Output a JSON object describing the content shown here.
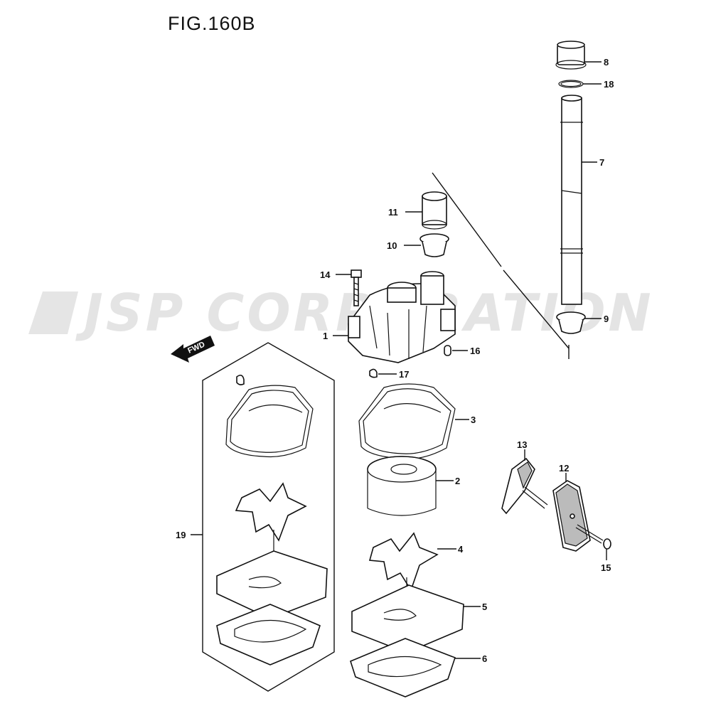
{
  "figure": {
    "title": "FIG.160B"
  },
  "watermark": {
    "text": "JSP CORPORATION",
    "color": "#dcdcdc"
  },
  "direction_arrow": {
    "label": "FWD"
  },
  "callouts": {
    "c1": "1",
    "c2": "2",
    "c3": "3",
    "c4": "4",
    "c5": "5",
    "c6": "6",
    "c7": "7",
    "c8": "8",
    "c9": "9",
    "c10": "10",
    "c11": "11",
    "c12": "12",
    "c13": "13",
    "c14": "14",
    "c15": "15",
    "c16": "16",
    "c17": "17",
    "c18": "18",
    "c19": "19"
  }
}
